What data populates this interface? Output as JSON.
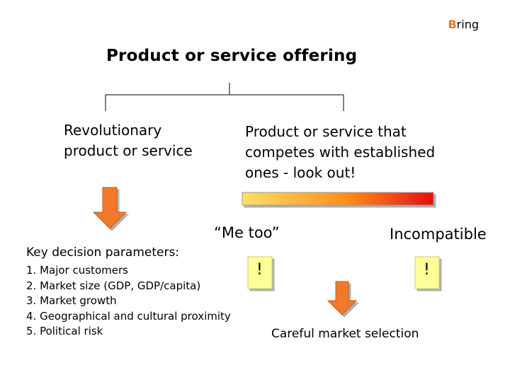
{
  "brand": {
    "accent_letter": "B",
    "rest": "ring",
    "accent_color": "#e8731a"
  },
  "title": "Product or service offering",
  "left_branch": {
    "text": "Revolutionary product or service"
  },
  "right_branch": {
    "text": "Product or service that competes with established ones - look out!"
  },
  "labels": {
    "me_too": "“Me too”",
    "incompatible": "Incompatible"
  },
  "key_decision": {
    "heading": "Key decision parameters:",
    "items": [
      "1. Major customers",
      "2. Market size (GDP, GDP/capita)",
      "3. Market growth",
      "4. Geographical and cultural proximity",
      "5. Political risk"
    ]
  },
  "warnings": {
    "symbol": "!"
  },
  "outcome": "Careful market selection",
  "colors": {
    "arrow": "#f07a2a",
    "gradient_start": "#ffe066",
    "gradient_mid": "#ff8c1a",
    "gradient_end": "#e01010",
    "warning_fill": "#ffff99"
  }
}
